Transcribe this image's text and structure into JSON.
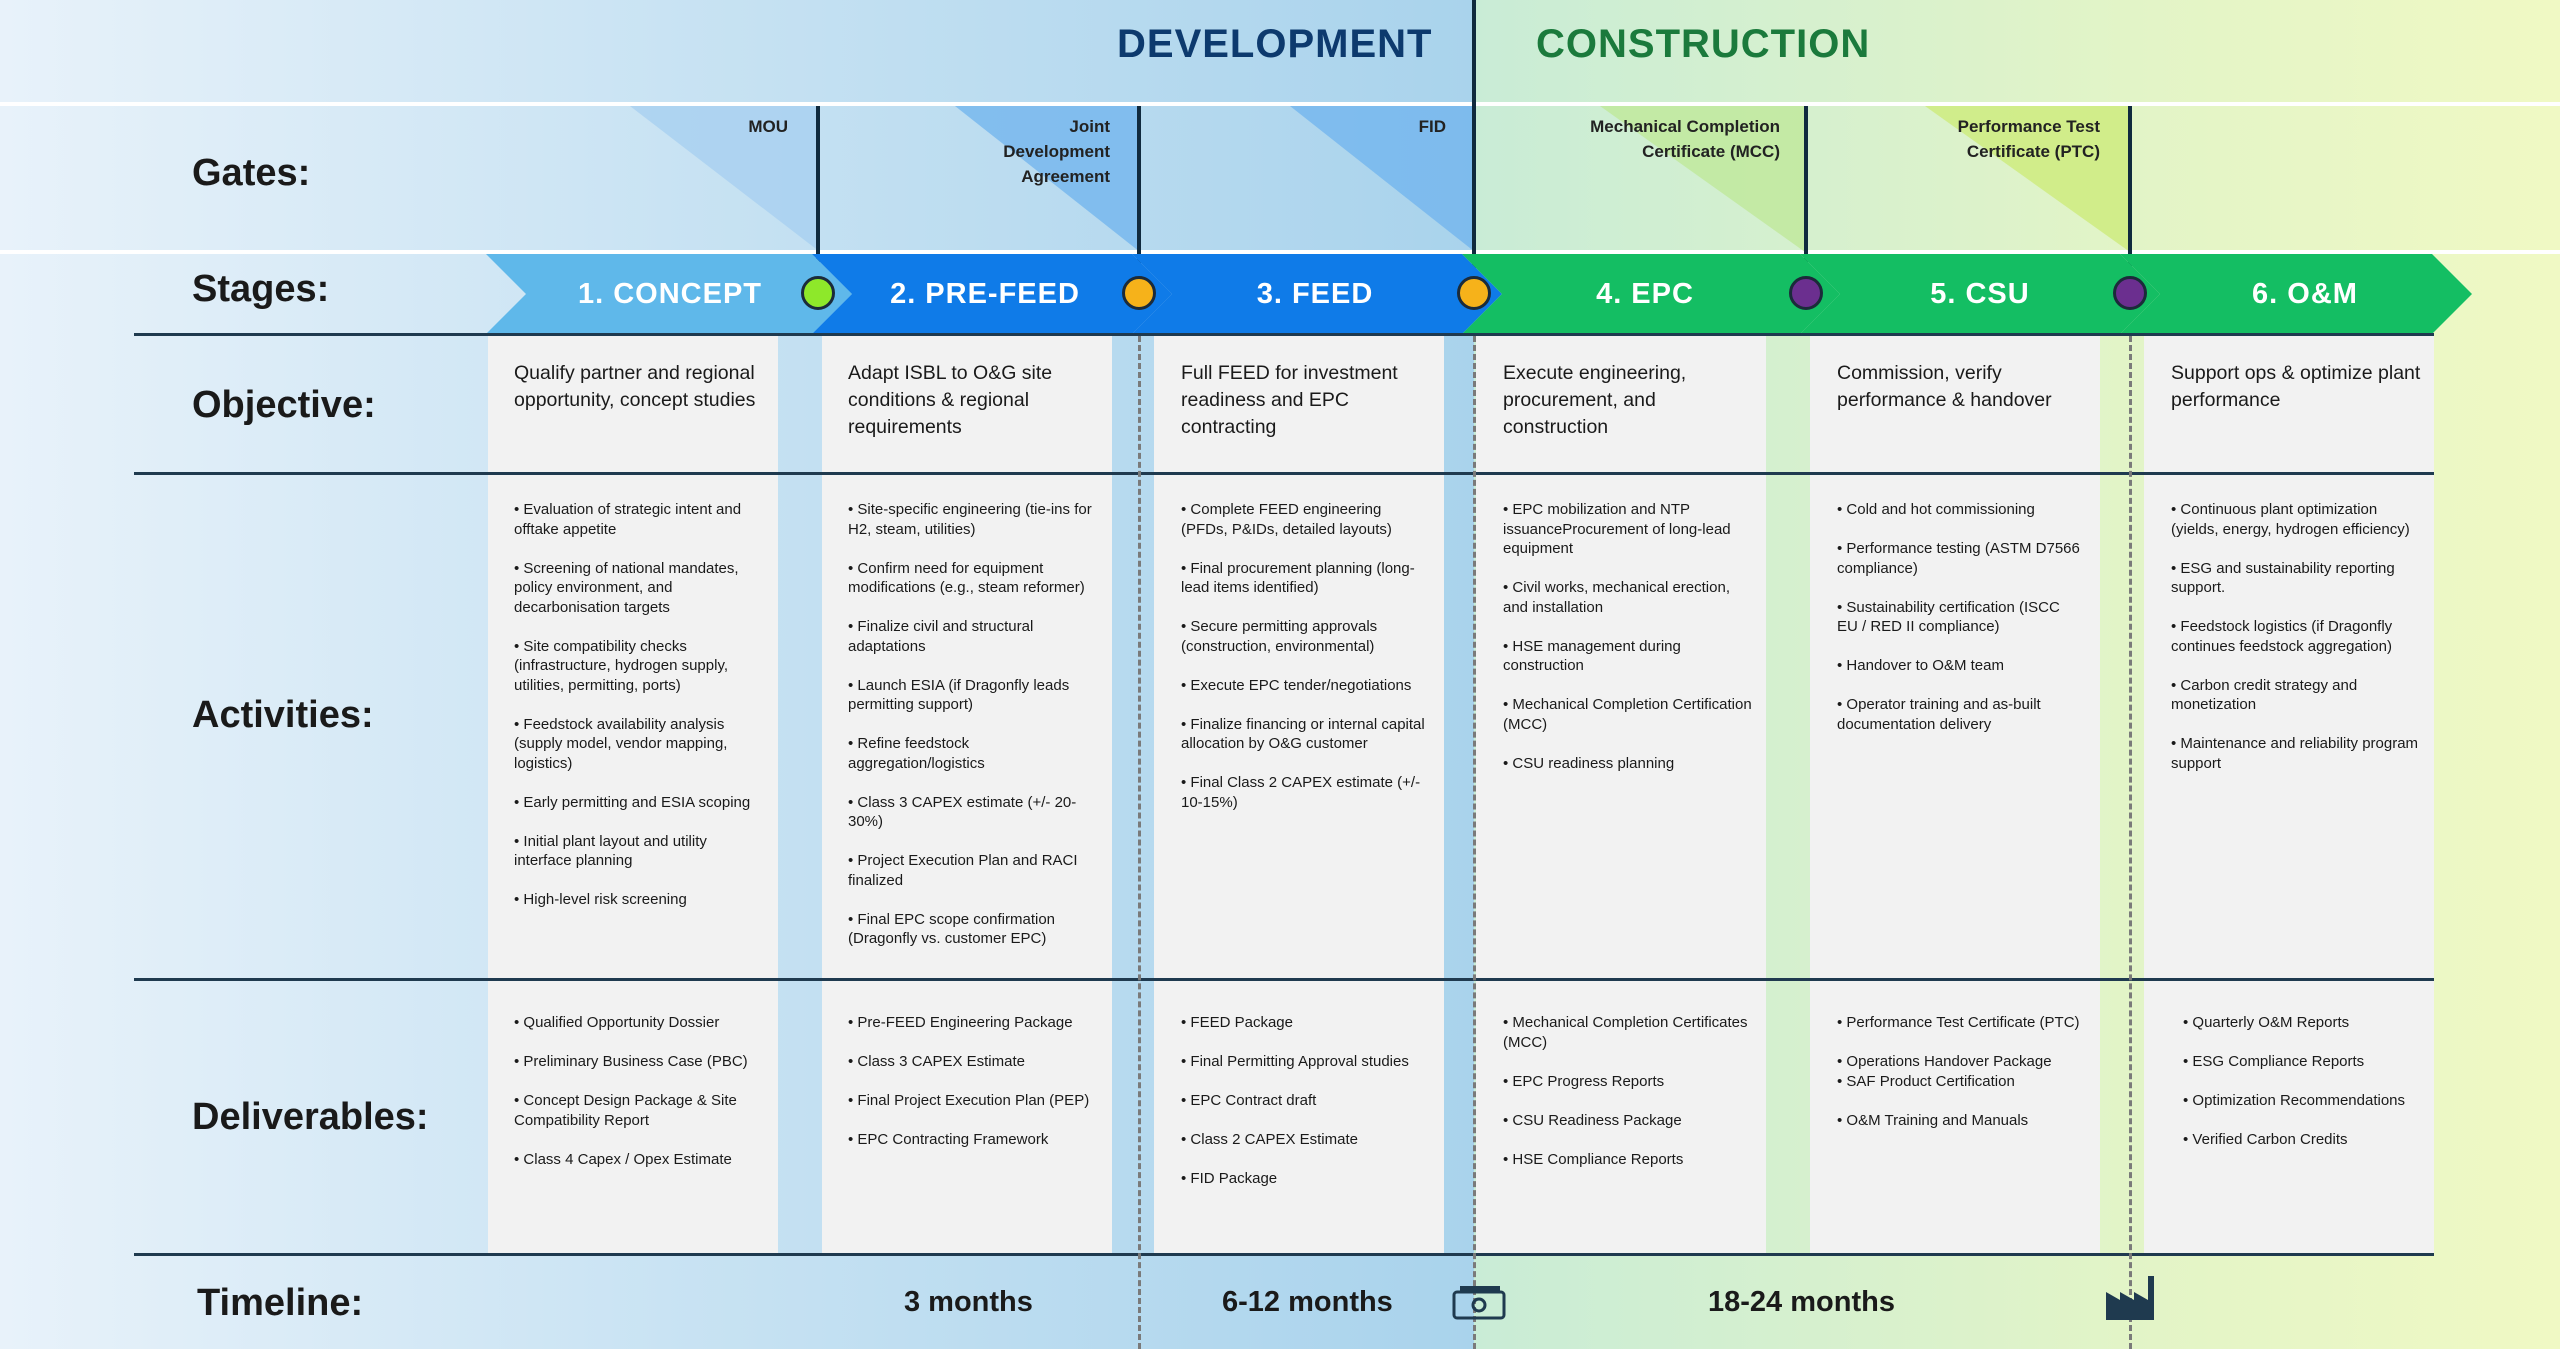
{
  "phases": {
    "development": "DEVELOPMENT",
    "construction": "CONSTRUCTION"
  },
  "row_labels": {
    "gates": "Gates:",
    "stages": "Stages:",
    "objective": "Objective:",
    "activities": "Activities:",
    "deliverables": "Deliverables:",
    "timeline": "Timeline:"
  },
  "colors": {
    "concept": "#5fb8ea",
    "prefeed": "#0f7be8",
    "feed": "#0f7be8",
    "construction_stage": "#14be63",
    "dev_heading": "#0d3a6e",
    "con_heading": "#1b7a3c",
    "dot_green": "#8ee82a",
    "dot_amber": "#f6b21a",
    "dot_purple": "#6b2f8f"
  },
  "gates": [
    {
      "label": "MOU"
    },
    {
      "label": "Joint\nDevelopment\nAgreement"
    },
    {
      "label": "FID"
    },
    {
      "label": "Mechanical Completion\nCertificate (MCC)"
    },
    {
      "label": "Performance Test\nCertificate (PTC)"
    }
  ],
  "stages": [
    {
      "label": "1. CONCEPT",
      "objective": "Qualify partner and regional opportunity, concept studies",
      "activities": [
        "Evaluation of strategic intent and offtake appetite",
        "Screening of national mandates, policy environment, and decarbonisation targets",
        "Site compatibility checks (infrastructure, hydrogen supply, utilities, permitting, ports)",
        "Feedstock availability analysis (supply model, vendor mapping, logistics)",
        "Early permitting and ESIA scoping",
        "Initial plant layout and utility interface planning",
        "High-level risk screening"
      ],
      "deliverables": [
        "Qualified Opportunity Dossier",
        "Preliminary Business Case (PBC)",
        "Concept Design Package & Site Compatibility Report",
        "Class 4 Capex / Opex Estimate"
      ]
    },
    {
      "label": "2. PRE-FEED",
      "objective": "Adapt ISBL to O&G site conditions & regional requirements",
      "activities": [
        "Site-specific engineering (tie-ins for H2, steam, utilities)",
        "Confirm need for equipment modifications (e.g., steam reformer)",
        "Finalize civil and structural adaptations",
        "Launch ESIA (if Dragonfly leads permitting support)",
        "Refine feedstock aggregation/logistics",
        "Class 3 CAPEX estimate (+/- 20-30%)",
        "Project Execution Plan and RACI finalized",
        "Final EPC scope confirmation (Dragonfly vs. customer EPC)"
      ],
      "deliverables": [
        "Pre-FEED Engineering Package",
        "Class 3 CAPEX Estimate",
        "Final Project Execution Plan (PEP)",
        "EPC Contracting Framework"
      ]
    },
    {
      "label": "3. FEED",
      "objective": "Full FEED for investment readiness and EPC contracting",
      "activities": [
        "Complete FEED engineering (PFDs, P&IDs, detailed layouts)",
        "Final procurement planning (long-lead items identified)",
        "Secure permitting approvals (construction, environmental)",
        "Execute EPC tender/negotiations",
        "Finalize financing or internal capital allocation by O&G customer",
        "Final Class 2 CAPEX estimate (+/- 10-15%)"
      ],
      "deliverables": [
        "FEED Package",
        "Final Permitting Approval studies",
        "EPC Contract draft",
        "Class 2 CAPEX Estimate",
        "FID Package"
      ]
    },
    {
      "label": "4. EPC",
      "objective": "Execute engineering, procurement, and construction",
      "activities": [
        "EPC mobilization and NTP issuanceProcurement of long-lead equipment",
        "Civil works, mechanical erection, and installation",
        "HSE management during construction",
        "Mechanical Completion Certification (MCC)",
        "CSU readiness planning"
      ],
      "deliverables": [
        "Mechanical Completion Certificates (MCC)",
        "EPC Progress Reports",
        "CSU Readiness Package",
        "HSE Compliance Reports"
      ]
    },
    {
      "label": "5. CSU",
      "objective": "Commission, verify performance & handover",
      "activities": [
        "Cold and hot commissioning",
        "Performance testing (ASTM D7566 compliance)",
        "Sustainability certification (ISCC EU / RED II compliance)",
        "Handover to O&M team",
        "Operator training and as-built documentation delivery"
      ],
      "deliverables": [
        "Performance Test Certificate (PTC)",
        "Operations Handover Package\n• SAF Product Certification",
        "O&M Training and Manuals"
      ]
    },
    {
      "label": "6. O&M",
      "objective": "Support ops & optimize plant performance",
      "activities": [
        "Continuous plant optimization (yields, energy, hydrogen efficiency)",
        "ESG and sustainability reporting support.",
        "Feedstock logistics (if Dragonfly continues feedstock aggregation)",
        "Carbon credit strategy and monetization",
        "Maintenance and reliability program support"
      ],
      "deliverables": [
        "Quarterly O&M Reports",
        "ESG Compliance Reports",
        "Optimization Recommendations",
        "Verified Carbon Credits"
      ]
    }
  ],
  "timeline": {
    "t1": "3 months",
    "t2": "6-12 months",
    "t3": "18-24 months",
    "money_icon": "money-icon",
    "factory_icon": "factory-icon"
  }
}
